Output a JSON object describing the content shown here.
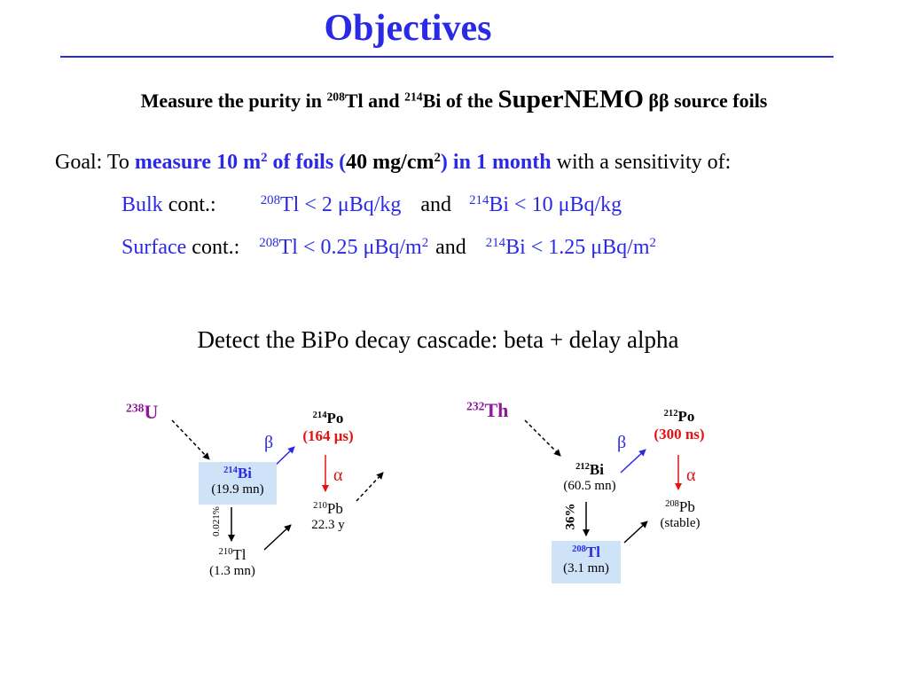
{
  "slide": {
    "title": "Objectives",
    "subtitle": {
      "part1": "Measure the purity in ",
      "iso1_mass": "208",
      "iso1_el": "Tl and ",
      "iso2_mass": "214",
      "iso2_el": "Bi of the ",
      "experiment": "SuperNEMO",
      "bb": " ββ ",
      "tail": "source foils"
    },
    "goal": {
      "prefix": "Goal: To ",
      "measure": "measure 10 m",
      "measure_exp": "2",
      "of_foils": " of foils (",
      "mass": "40 mg/cm",
      "mass_exp": "2",
      "paren": ")",
      "month": " in 1 month",
      "suffix": " with a sensitivity of:"
    },
    "bulk": {
      "label": "Bulk",
      "cont": " cont.:",
      "tl_mass": "208",
      "tl_limit": "Tl < 2 μBq/kg",
      "and": "and",
      "bi_mass": "214",
      "bi_limit": "Bi < 10 μBq/kg"
    },
    "surface": {
      "label": "Surface",
      "cont": " cont.:",
      "tl_mass": "208",
      "tl_limit": "Tl < 0.25 μBq/m",
      "tl_exp": "2",
      "and": "and",
      "bi_mass": "214",
      "bi_limit": "Bi < 1.25 μBq/m",
      "bi_exp": "2"
    },
    "detect": "Detect the BiPo decay cascade: beta + delay alpha"
  },
  "u_chain": {
    "parent": {
      "mass": "238",
      "el": "U"
    },
    "bi": {
      "mass": "214",
      "el": "Bi",
      "halflife": "(19.9 mn)"
    },
    "beta": "β",
    "po": {
      "mass": "214",
      "el": "Po",
      "halflife": "(164 μs)"
    },
    "alpha": "α",
    "pb": {
      "mass": "210",
      "el": "Pb",
      "halflife": "22.3 y"
    },
    "branch": "0.021%",
    "tl": {
      "mass": "210",
      "el": "Tl",
      "halflife": "(1.3 mn)"
    }
  },
  "th_chain": {
    "parent": {
      "mass": "232",
      "el": "Th"
    },
    "bi": {
      "mass": "212",
      "el": "Bi",
      "halflife": "(60.5 mn)"
    },
    "beta": "β",
    "po": {
      "mass": "212",
      "el": "Po",
      "halflife": "(300 ns)"
    },
    "alpha": "α",
    "pb": {
      "mass": "208",
      "el": "Pb",
      "halflife": "(stable)"
    },
    "branch": "36%",
    "tl": {
      "mass": "208",
      "el": "Tl",
      "halflife": "(3.1 mn)"
    }
  },
  "colors": {
    "accent": "#2a2ae6",
    "alpha": "#e61010",
    "parent": "#8c1a9a",
    "highlight": "#cfe3f8"
  }
}
